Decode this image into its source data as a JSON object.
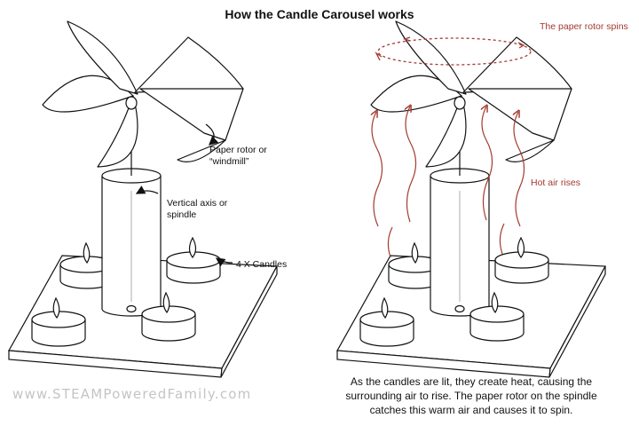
{
  "title": "How the Candle Carousel works",
  "left_labels": {
    "rotor_line1": "Paper rotor or",
    "rotor_line2": "“windmill”",
    "spindle_line1": "Vertical axis or",
    "spindle_line2": "spindle",
    "candles": "4 X Candles"
  },
  "right_labels": {
    "rotor_spins": "The paper rotor spins",
    "hot_air": "Hot air rises"
  },
  "caption": {
    "line1": "As the candles are lit, they create heat, causing the",
    "line2": "surrounding air to rise. The paper rotor on the spindle",
    "line3": "catches this warm air and causes it to spin."
  },
  "watermark": "www.STEAMPoweredFamily.com",
  "colors": {
    "ink": "#111111",
    "accent_red": "#a33a30",
    "watermark": "#c4c4c4"
  }
}
